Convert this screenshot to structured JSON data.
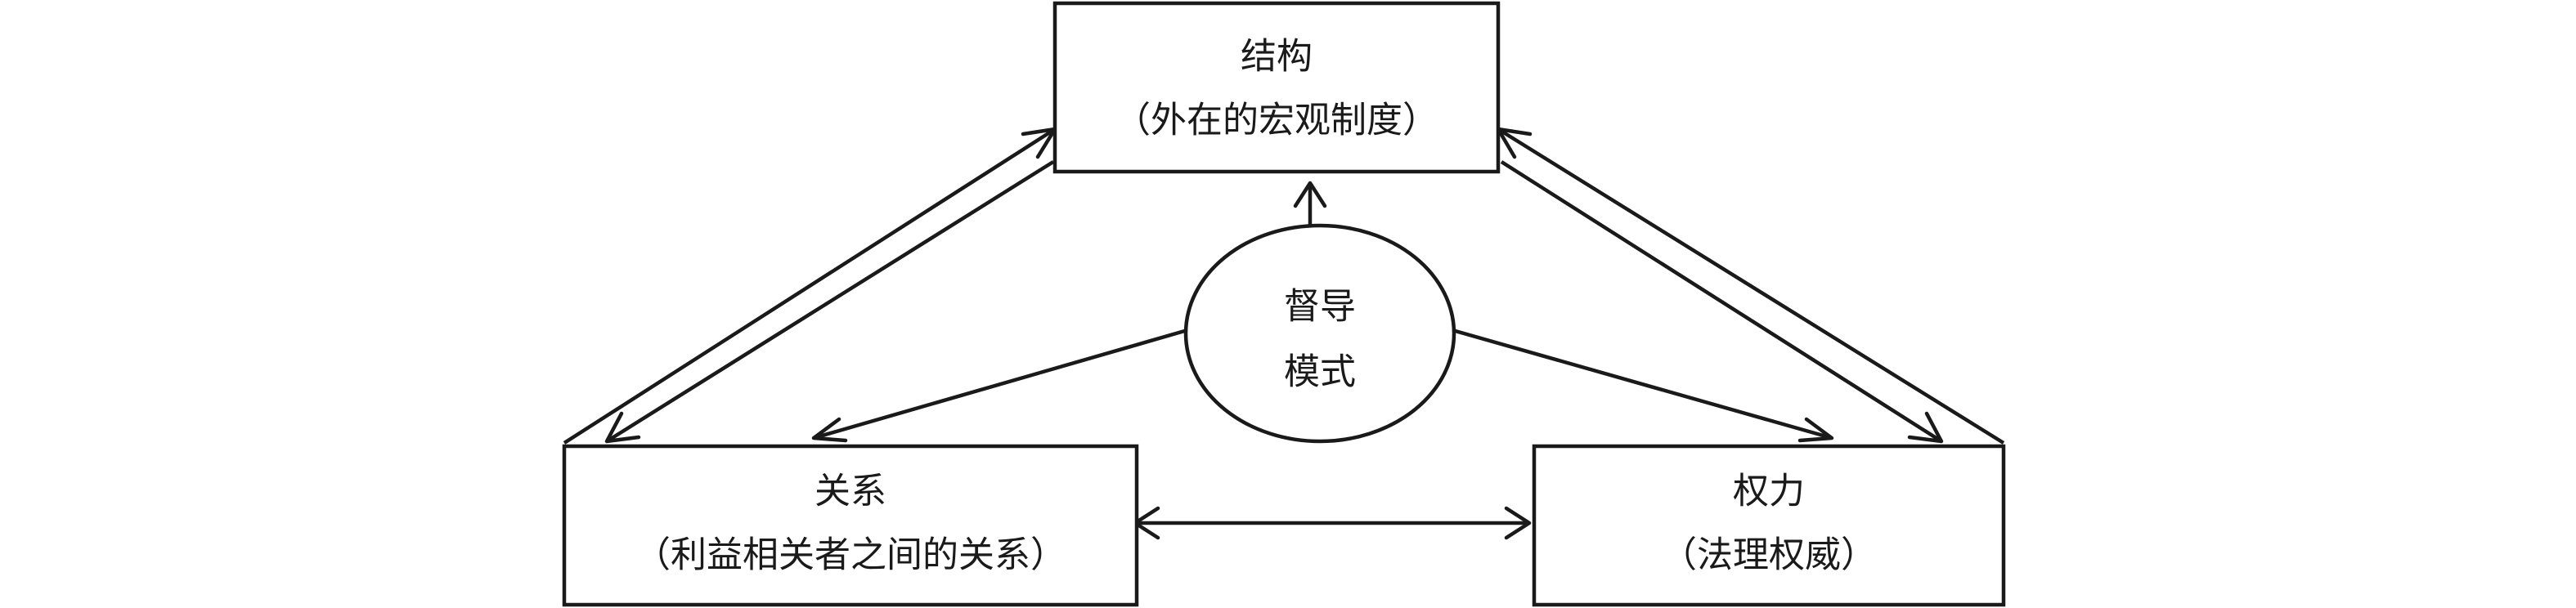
{
  "nodes": {
    "structure": {
      "title": "结构",
      "subtitle": "（外在的宏观制度）"
    },
    "center": {
      "line1": "督导",
      "line2": "模式"
    },
    "relation": {
      "title": "关系",
      "subtitle": "（利益相关者之间的关系）"
    },
    "power": {
      "title": "权力",
      "subtitle": "（法理权威）"
    }
  },
  "edges": [
    {
      "from": "center",
      "to": "structure"
    },
    {
      "from": "center",
      "to": "relation"
    },
    {
      "from": "center",
      "to": "power"
    },
    {
      "from": "relation",
      "to": "structure"
    },
    {
      "from": "structure",
      "to": "relation"
    },
    {
      "from": "power",
      "to": "structure"
    },
    {
      "from": "structure",
      "to": "power"
    },
    {
      "from": "relation",
      "to": "power"
    },
    {
      "from": "power",
      "to": "relation"
    }
  ],
  "colors": {
    "line": "#1a1a1a",
    "background": "#ffffff"
  }
}
